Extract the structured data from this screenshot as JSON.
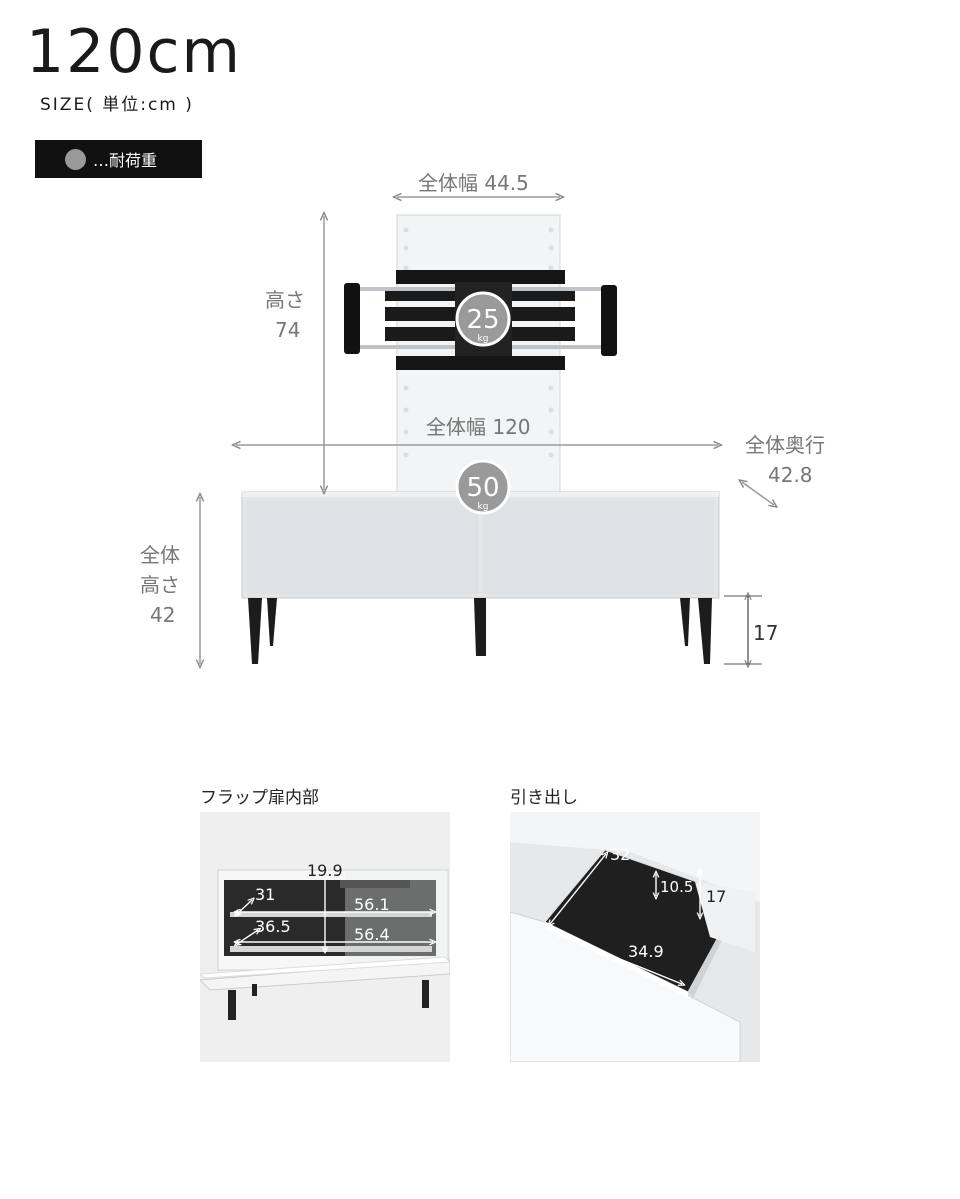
{
  "header": {
    "title": "120cm",
    "subtitle": "SIZE( 単位:cm )"
  },
  "legend": {
    "label": "…耐荷重",
    "dot_color": "#999999",
    "background": "#111111"
  },
  "dimensions": {
    "panel_width": "全体幅 44.5",
    "height_label": "高さ",
    "height_value": "74",
    "total_width": "全体幅 120",
    "depth_label": "全体奥行",
    "depth_value": "42.8",
    "total_height_l1": "全体",
    "total_height_l2": "高さ",
    "total_height_value": "42",
    "leg_height": "17"
  },
  "load_badges": {
    "mount": {
      "value": "25",
      "unit": "kg"
    },
    "board": {
      "value": "50",
      "unit": "kg"
    }
  },
  "photos": {
    "flap": {
      "caption": "フラップ扉内部",
      "dims": {
        "height": "19.9",
        "depth1": "31",
        "width1": "56.1",
        "depth2": "36.5",
        "width2": "56.4"
      }
    },
    "drawer": {
      "caption": "引き出し",
      "dims": {
        "depth": "32",
        "inner_height": "10.5",
        "outer_height": "17",
        "width": "34.9"
      }
    }
  }
}
